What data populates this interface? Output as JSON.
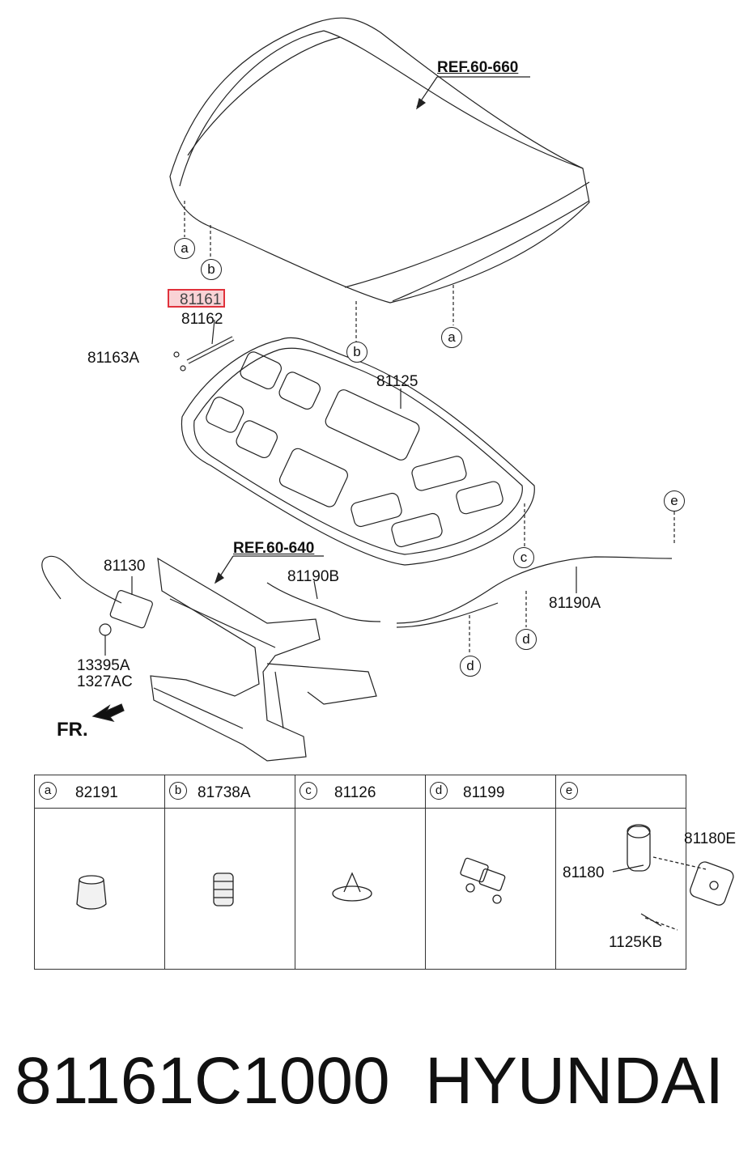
{
  "diagram": {
    "ref_hood": "REF.60-660",
    "ref_frame": "REF.60-640",
    "front_label": "FR.",
    "part_highlighted": "81161",
    "parts": {
      "p81162": "81162",
      "p81163A": "81163A",
      "p81125": "81125",
      "p81130": "81130",
      "p81190B": "81190B",
      "p81190A": "81190A",
      "p13395A": "13395A",
      "p1327AC": "1327AC"
    },
    "callouts": {
      "a": "a",
      "b": "b",
      "c": "c",
      "d": "d",
      "e": "e"
    }
  },
  "parts_table": [
    {
      "letter": "a",
      "code": "82191"
    },
    {
      "letter": "b",
      "code": "81738A"
    },
    {
      "letter": "c",
      "code": "81126"
    },
    {
      "letter": "d",
      "code": "81199"
    },
    {
      "letter": "e",
      "code": ""
    }
  ],
  "table_e_parts": {
    "p81180E": "81180E",
    "p81180": "81180",
    "p1125KB": "1125KB"
  },
  "footer": {
    "part_number": "81161C1000",
    "brand": "HYUNDAI"
  }
}
